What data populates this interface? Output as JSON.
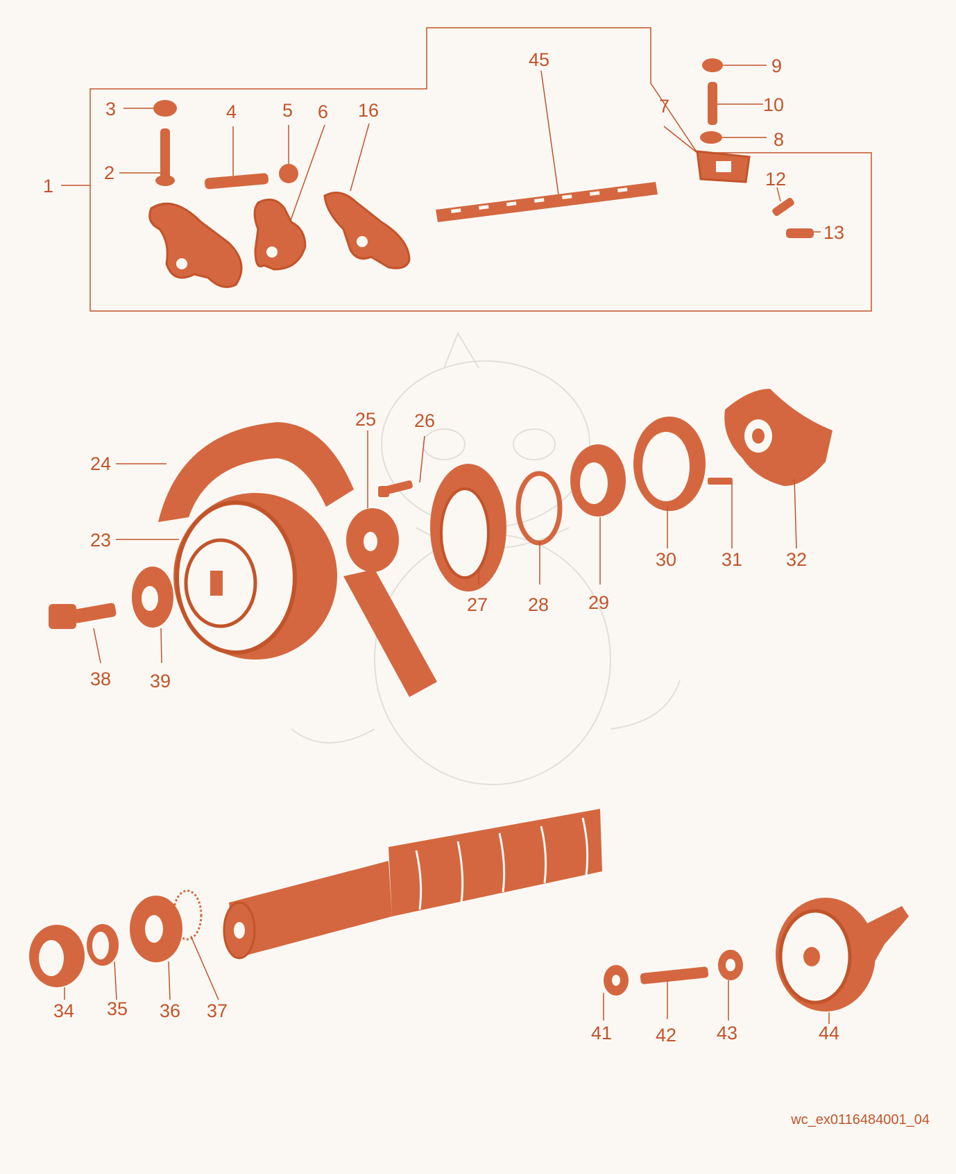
{
  "colors": {
    "ink": "#c2542a",
    "fill": "#d4673f",
    "paper": "#fbf8f4",
    "watermark": "#d9d4cc"
  },
  "figure_ref": "wc_ex0116484001_04",
  "callouts": {
    "c1": "1",
    "c2": "2",
    "c3": "3",
    "c4": "4",
    "c5": "5",
    "c6": "6",
    "c7": "7",
    "c8": "8",
    "c9": "9",
    "c10": "10",
    "c12": "12",
    "c13": "13",
    "c16": "16",
    "c23": "23",
    "c24": "24",
    "c25": "25",
    "c26": "26",
    "c27": "27",
    "c28": "28",
    "c29": "29",
    "c30": "30",
    "c31": "31",
    "c32": "32",
    "c34": "34",
    "c35": "35",
    "c36": "36",
    "c37": "37",
    "c38": "38",
    "c39": "39",
    "c41": "41",
    "c42": "42",
    "c43": "43",
    "c44": "44",
    "c45": "45"
  }
}
